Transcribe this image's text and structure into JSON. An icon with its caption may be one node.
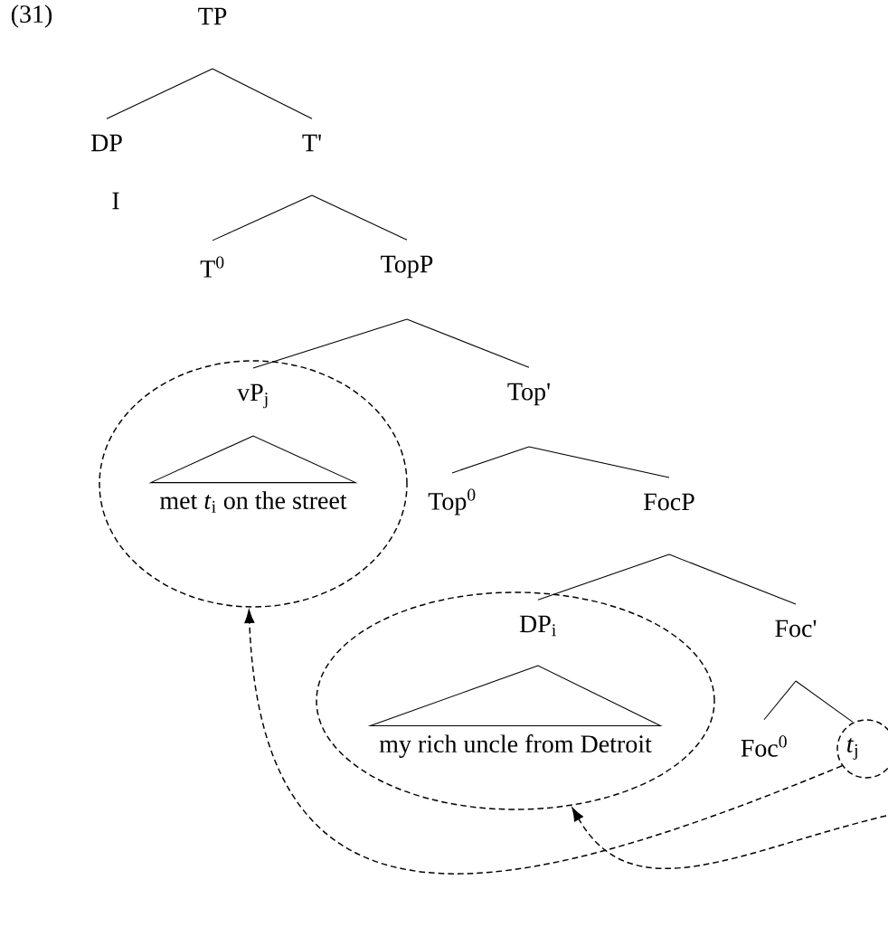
{
  "diagram": {
    "nodes": [
      {
        "text": [
          "TP"
        ]
      },
      {
        "text": [
          "DP"
        ]
      },
      {
        "text": [
          "T'"
        ]
      },
      {
        "text": [
          "I"
        ]
      },
      {
        "text": [
          "T$^{0}$"
        ]
      },
      {
        "text": [
          "TopP"
        ]
      },
      {
        "text": [],
        "shape": "ellipse"
      },
      {
        "text": [
          "vP$_{j}$"
        ],
        "in": 6
      },
      {
        "text": [
          "met *t*$_{i}$ on the street"
        ],
        "in": 6
      },
      {
        "text": [
          "Top'"
        ]
      },
      {
        "text": [
          "Top$^{0}$"
        ]
      },
      {
        "text": [
          "FocP"
        ]
      },
      {
        "text": [],
        "shape": "ellipse"
      },
      {
        "text": [
          "DP$_{i}$"
        ],
        "in": 12
      },
      {
        "text": [
          "my rich uncle from Detroit"
        ],
        "in": 12
      },
      {
        "text": [
          "Foc'"
        ]
      },
      {
        "text": [
          "Foc$^{0}$"
        ]
      },
      {
        "text": [],
        "shape": "circle"
      },
      {
        "text": [
          "*t*$_{j}$"
        ],
        "in": 17
      }
    ],
    "edges": [
      {
        "from": 0,
        "to": 1,
        "arrow": "none"
      },
      {
        "from": 0,
        "to": 2,
        "arrow": "none"
      },
      {
        "from": 2,
        "to": 4,
        "arrow": "none"
      },
      {
        "from": 2,
        "to": 5,
        "arrow": "none"
      },
      {
        "from": 5,
        "to": 7,
        "arrow": "none"
      },
      {
        "from": 5,
        "to": 9,
        "arrow": "none"
      },
      {
        "from": 7,
        "to": 8,
        "arrow": "none"
      },
      {
        "from": 9,
        "to": 10,
        "arrow": "none"
      },
      {
        "from": 9,
        "to": 11,
        "arrow": "none"
      },
      {
        "from": 11,
        "to": 13,
        "arrow": "none"
      },
      {
        "from": 11,
        "to": 15,
        "arrow": "none"
      },
      {
        "from": 13,
        "to": 14,
        "arrow": "none"
      },
      {
        "from": 15,
        "to": 16,
        "arrow": "none"
      },
      {
        "from": 15,
        "to": 18,
        "arrow": "none"
      },
      {
        "from": 17,
        "to": 6,
        "arrow": "to",
        "style": "dashed"
      },
      {
        "from": null,
        "to": 12,
        "arrow": "to",
        "style": "dashed"
      }
    ],
    "labels": [
      "(31)"
    ]
  }
}
